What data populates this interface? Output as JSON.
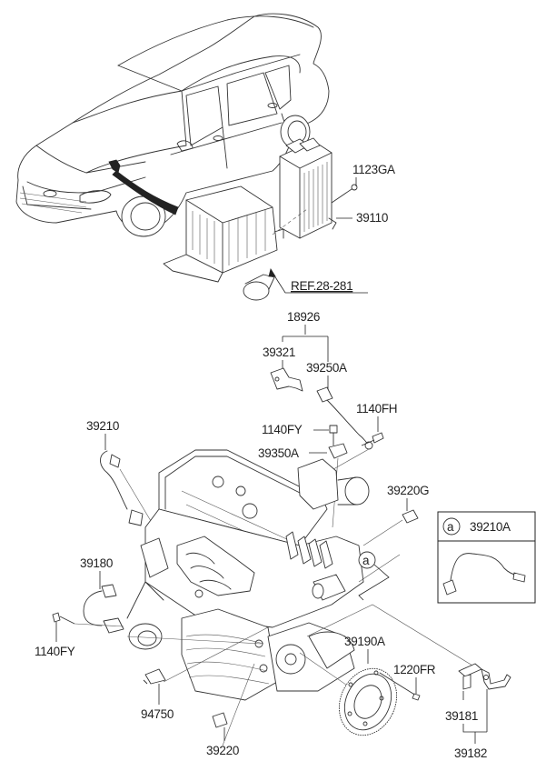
{
  "diagram": {
    "title": "Engine control / sensor parts diagram",
    "reference_label": "REF.28-281",
    "parts": {
      "ecu_bolt": "1123GA",
      "ecu": "39110",
      "sensor_kit": "18926",
      "bracket": "39321",
      "knock_sensor": "39250A",
      "bolt_knock": "1140FH",
      "bolt_cam": "1140FY",
      "cam_sensor": "39350A",
      "oxygen_sensor_front": "39210",
      "temp_sensor_g": "39220G",
      "crank_sensor": "39180",
      "bolt_crank": "1140FY",
      "oil_pressure_switch": "94750",
      "temp_sensor": "39220",
      "target_wheel": "39190A",
      "wheel_bolt": "1220FR",
      "sensor_bracket": "39181",
      "sensor_bracket_assy": "39182"
    },
    "callout": {
      "marker": "a",
      "part": "39210A"
    }
  }
}
